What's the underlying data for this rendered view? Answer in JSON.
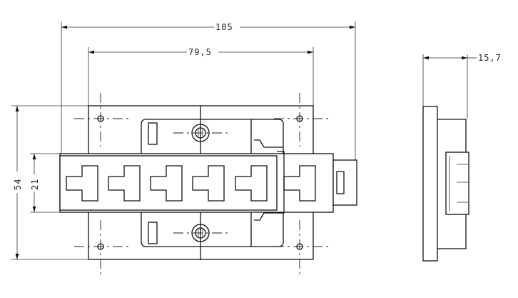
{
  "drawing": {
    "front_view": {
      "dimensions": {
        "overall_width": "105",
        "hole_spacing_width": "79,5",
        "overall_height": "54",
        "rail_height": "21"
      }
    },
    "side_view": {
      "dimensions": {
        "depth": "15,7"
      }
    }
  }
}
